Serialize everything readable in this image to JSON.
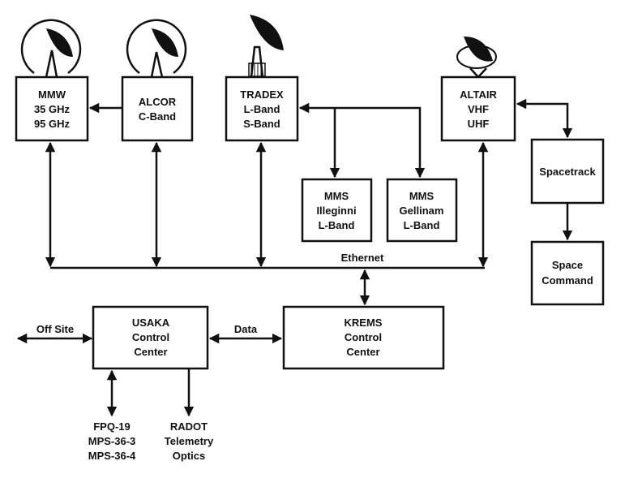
{
  "nodes": {
    "mmw": [
      "MMW",
      "35 GHz",
      "95 GHz"
    ],
    "alcor": [
      "ALCOR",
      "C-Band"
    ],
    "tradex": [
      "TRADEX",
      "L-Band",
      "S-Band"
    ],
    "altair": [
      "ALTAIR",
      "VHF",
      "UHF"
    ],
    "mms_illeginni": [
      "MMS",
      "Illeginni",
      "L-Band"
    ],
    "mms_gellinam": [
      "MMS",
      "Gellinam",
      "L-Band"
    ],
    "spacetrack": [
      "Spacetrack"
    ],
    "space_command": [
      "Space",
      "Command"
    ],
    "usaka": [
      "USAKA",
      "Control",
      "Center"
    ],
    "krems": [
      "KREMS",
      "Control",
      "Center"
    ],
    "fpq": [
      "FPQ-19",
      "MPS-36-3",
      "MPS-36-4"
    ],
    "radot": [
      "RADOT",
      "Telemetry",
      "Optics"
    ]
  },
  "labels": {
    "ethernet": "Ethernet",
    "off_site": "Off Site",
    "data": "Data"
  },
  "colors": {
    "ink": "#111111",
    "background": "#ffffff"
  }
}
